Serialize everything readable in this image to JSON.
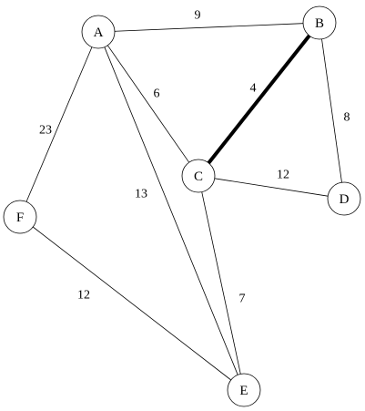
{
  "graph": {
    "nodes": [
      {
        "id": "A",
        "label": "A"
      },
      {
        "id": "B",
        "label": "B"
      },
      {
        "id": "C",
        "label": "C"
      },
      {
        "id": "D",
        "label": "D"
      },
      {
        "id": "E",
        "label": "E"
      },
      {
        "id": "F",
        "label": "F"
      }
    ],
    "edges": [
      {
        "from": "A",
        "to": "B",
        "weight": "9",
        "highlighted": false
      },
      {
        "from": "A",
        "to": "C",
        "weight": "6",
        "highlighted": false
      },
      {
        "from": "A",
        "to": "E",
        "weight": "13",
        "highlighted": false
      },
      {
        "from": "A",
        "to": "F",
        "weight": "23",
        "highlighted": false
      },
      {
        "from": "B",
        "to": "C",
        "weight": "4",
        "highlighted": true
      },
      {
        "from": "B",
        "to": "D",
        "weight": "8",
        "highlighted": false
      },
      {
        "from": "C",
        "to": "D",
        "weight": "12",
        "highlighted": false
      },
      {
        "from": "C",
        "to": "E",
        "weight": "7",
        "highlighted": false
      },
      {
        "from": "F",
        "to": "E",
        "weight": "12",
        "highlighted": false
      }
    ],
    "colors": {
      "highlight": "#e03030",
      "edge": "#000000",
      "node_fill": "#ffffff"
    }
  }
}
